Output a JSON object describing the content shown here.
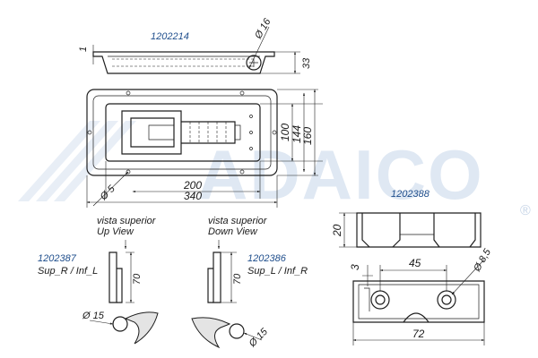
{
  "watermark": {
    "brand": "ADAICO",
    "mark": "®"
  },
  "parts": {
    "main": {
      "code": "1202214",
      "dims": {
        "thickness": "1",
        "hole_dia": "Ø 16",
        "height": "33",
        "d100": "100",
        "d144": "144",
        "d160": "160",
        "d200": "200",
        "d340": "340",
        "hole5": "Ø 5"
      }
    },
    "block": {
      "code": "1202388",
      "dims": {
        "height": "20",
        "d3": "3",
        "d45": "45",
        "d85": "Ø 8,5",
        "d72": "72"
      }
    },
    "handle_left": {
      "code": "1202387",
      "variant": "Sup_R / Inf_L",
      "view1": "vista superior",
      "view2": "Up View",
      "dims": {
        "len": "70",
        "dia": "Ø 15"
      }
    },
    "handle_right": {
      "code": "1202386",
      "variant": "Sup_L / Inf_R",
      "view1": "vista superior",
      "view2": "Down View",
      "dims": {
        "len": "70",
        "dia": "Ø 15"
      }
    }
  }
}
